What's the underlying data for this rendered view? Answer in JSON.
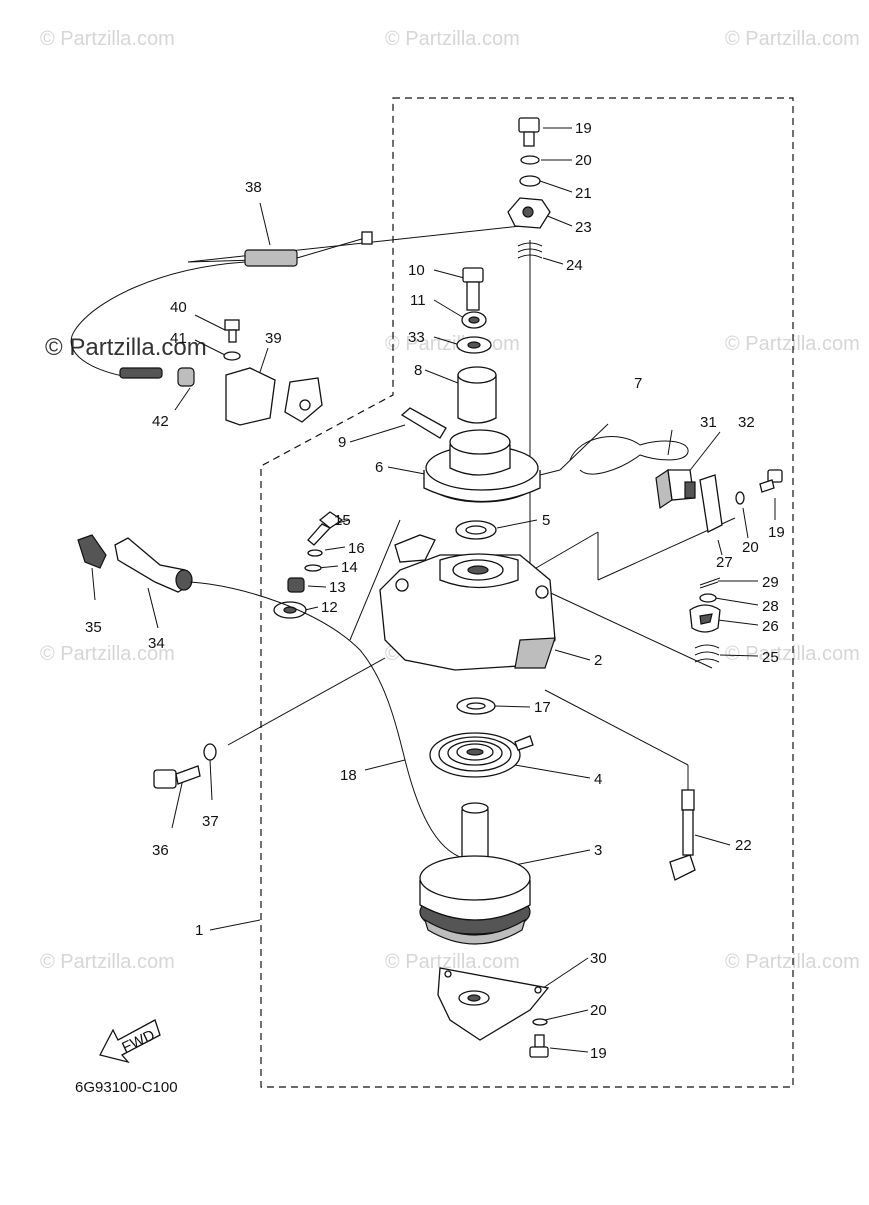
{
  "watermark": "© Partzilla.com",
  "diagram_code": "6G93100-C100",
  "fwd_label": "FWD",
  "callouts": {
    "c1": "1",
    "c2": "2",
    "c3": "3",
    "c4": "4",
    "c5": "5",
    "c6": "6",
    "c7": "7",
    "c8": "8",
    "c9": "9",
    "c10": "10",
    "c11": "11",
    "c12": "12",
    "c13": "13",
    "c14": "14",
    "c15": "15",
    "c16": "16",
    "c17": "17",
    "c18": "18",
    "c19a": "19",
    "c19b": "19",
    "c19c": "19",
    "c20a": "20",
    "c20b": "20",
    "c20c": "20",
    "c21": "21",
    "c22": "22",
    "c23": "23",
    "c24": "24",
    "c25": "25",
    "c26": "26",
    "c27": "27",
    "c28": "28",
    "c29": "29",
    "c30": "30",
    "c31": "31",
    "c32": "32",
    "c33": "33",
    "c34": "34",
    "c35": "35",
    "c36": "36",
    "c37": "37",
    "c38": "38",
    "c39": "39",
    "c40": "40",
    "c41": "41",
    "c42": "42"
  }
}
